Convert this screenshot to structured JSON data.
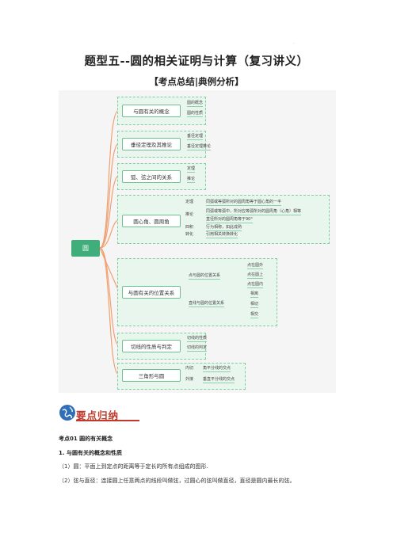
{
  "header_mark": ".",
  "title": "题型五--圆的相关证明与计算（复习讲义）",
  "subtitle": "【考点总结|典例分析】",
  "mindmap": {
    "root": "圆",
    "groups": [
      {
        "title": "与圆有关的概念",
        "leaves": [
          "圆的概念",
          "圆的性质"
        ]
      },
      {
        "title": "垂径定理及其推论",
        "leaves": [
          "垂径定理",
          "垂径定理推论"
        ]
      },
      {
        "title": "弧、弦之间的关系",
        "leaves": [
          "定理",
          "推论"
        ]
      },
      {
        "title": "圆心角、圆周角",
        "leaves": [
          {
            "label": "定理",
            "detail": "同弧或等弧所对的圆周角等于圆心角的一半"
          },
          {
            "label": "推论",
            "details": [
              "同弧或等弧中，所对应等弧所对的圆周角（心角）相等",
              "直径所对的圆周角等于90°"
            ]
          },
          {
            "label": "四积",
            "detail": "行为相称，如此成熟"
          },
          {
            "label": "转化",
            "detail": "引用相关转换转化"
          }
        ]
      },
      {
        "title": "与圆有关的位置关系",
        "sub": [
          {
            "label": "点与圆的位置关系",
            "leaves": [
              "点在圆外",
              "点在圆上",
              "点在圆内"
            ]
          },
          {
            "label": "直线与圆的位置关系",
            "leaves": [
              "相离",
              "相切",
              "相交"
            ]
          }
        ]
      },
      {
        "title": "切线的性质与判定",
        "leaves": [
          "切线的性质",
          "切线的判定"
        ]
      },
      {
        "title": "三角形与圆",
        "leaves": [
          {
            "label": "内切",
            "detail": "角平分线的交点"
          },
          {
            "label": "外接",
            "detail": "垂直平分线的交点"
          }
        ]
      }
    ]
  },
  "section_banner": "要点归纳",
  "heading1": "考点01 圆的有关概念",
  "heading2": "1. 与圆有关的概念和性质",
  "paragraphs": [
    "（1）圆：平面上到定点的距离等于定长的所有点组成的图形.",
    "（2）弦与直径：连接圆上任意两点的线段叫做弦，过圆心的弦叫做直径，直径是圆内最长的弦。"
  ],
  "colors": {
    "accent": "#3fae7a",
    "group_fill": "#e9f6ee",
    "banner_red": "#c0392b",
    "banner_blue": "#2f6fb5"
  }
}
